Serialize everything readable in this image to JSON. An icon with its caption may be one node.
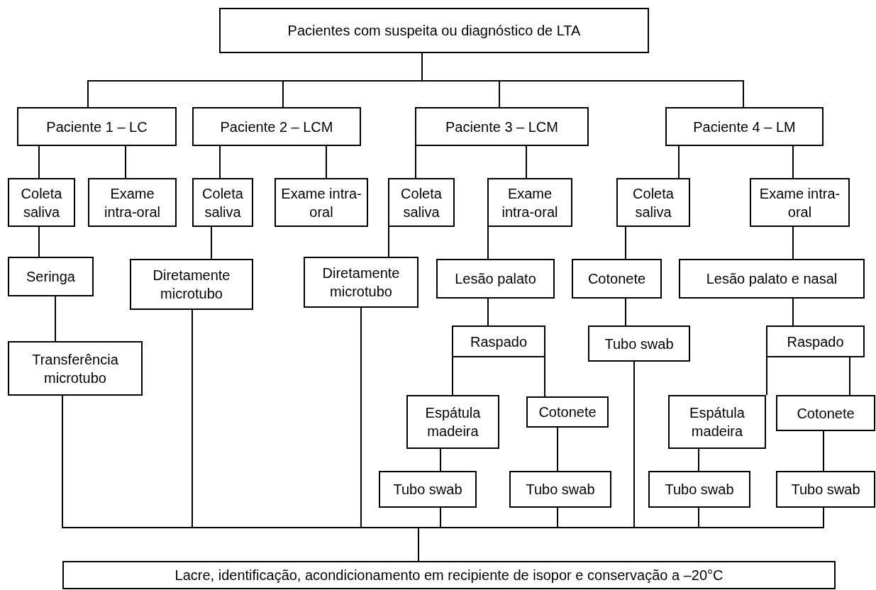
{
  "diagram": {
    "nodes": [
      {
        "text": [
          "Pacientes com suspeita ou diagnóstico de LTA"
        ]
      },
      {
        "text": [
          "Paciente 1 – LC"
        ]
      },
      {
        "text": [
          "Paciente 2 – LCM"
        ]
      },
      {
        "text": [
          "Paciente 3 – LCM"
        ]
      },
      {
        "text": [
          "Paciente 4 – LM"
        ]
      },
      {
        "text": [
          "Coleta saliva"
        ]
      },
      {
        "text": [
          "Exame intra-oral"
        ]
      },
      {
        "text": [
          "Coleta saliva"
        ]
      },
      {
        "text": [
          "Exame intra-oral"
        ]
      },
      {
        "text": [
          "Coleta saliva"
        ]
      },
      {
        "text": [
          "Exame intra-oral"
        ]
      },
      {
        "text": [
          "Coleta saliva"
        ]
      },
      {
        "text": [
          "Exame intra-oral"
        ]
      },
      {
        "text": [
          "Seringa"
        ]
      },
      {
        "text": [
          "Diretamente microtubo"
        ]
      },
      {
        "text": [
          "Diretamente microtubo"
        ]
      },
      {
        "text": [
          "Lesão palato"
        ]
      },
      {
        "text": [
          "Cotonete"
        ]
      },
      {
        "text": [
          "Lesão palato e nasal"
        ]
      },
      {
        "text": [
          "Transferência microtubo"
        ]
      },
      {
        "text": [
          "Raspado"
        ]
      },
      {
        "text": [
          "Tubo swab"
        ]
      },
      {
        "text": [
          "Raspado"
        ]
      },
      {
        "text": [
          "Espátula madeira"
        ]
      },
      {
        "text": [
          "Cotonete"
        ]
      },
      {
        "text": [
          "Espátula madeira"
        ]
      },
      {
        "text": [
          "Cotonete"
        ]
      },
      {
        "text": [
          "Tubo swab"
        ]
      },
      {
        "text": [
          "Tubo swab"
        ]
      },
      {
        "text": [
          "Tubo swab"
        ]
      },
      {
        "text": [
          "Tubo swab"
        ]
      },
      {
        "text": [
          "Lacre, identificação, acondicionamento em recipiente de isopor e conservação a –20°C"
        ]
      }
    ],
    "edges": [
      {
        "from": 0,
        "to": 1,
        "arrow": "none"
      },
      {
        "from": 0,
        "to": 2,
        "arrow": "none"
      },
      {
        "from": 0,
        "to": 3,
        "arrow": "none"
      },
      {
        "from": 0,
        "to": 4,
        "arrow": "none"
      },
      {
        "from": 1,
        "to": 5,
        "arrow": "none"
      },
      {
        "from": 1,
        "to": 6,
        "arrow": "none"
      },
      {
        "from": 2,
        "to": 7,
        "arrow": "none"
      },
      {
        "from": 2,
        "to": 8,
        "arrow": "none"
      },
      {
        "from": 3,
        "to": 9,
        "arrow": "none"
      },
      {
        "from": 3,
        "to": 10,
        "arrow": "none"
      },
      {
        "from": 4,
        "to": 11,
        "arrow": "none"
      },
      {
        "from": 4,
        "to": 12,
        "arrow": "none"
      },
      {
        "from": 5,
        "to": 13,
        "arrow": "none"
      },
      {
        "from": 7,
        "to": 14,
        "arrow": "none"
      },
      {
        "from": 9,
        "to": 15,
        "arrow": "none"
      },
      {
        "from": 10,
        "to": 16,
        "arrow": "none"
      },
      {
        "from": 11,
        "to": 17,
        "arrow": "none"
      },
      {
        "from": 12,
        "to": 18,
        "arrow": "none"
      },
      {
        "from": 13,
        "to": 19,
        "arrow": "none"
      },
      {
        "from": 16,
        "to": 20,
        "arrow": "none"
      },
      {
        "from": 17,
        "to": 21,
        "arrow": "none"
      },
      {
        "from": 18,
        "to": 22,
        "arrow": "none"
      },
      {
        "from": 20,
        "to": 23,
        "arrow": "none"
      },
      {
        "from": 20,
        "to": 24,
        "arrow": "none"
      },
      {
        "from": 22,
        "to": 25,
        "arrow": "none"
      },
      {
        "from": 22,
        "to": 26,
        "arrow": "none"
      },
      {
        "from": 23,
        "to": 27,
        "arrow": "none"
      },
      {
        "from": 24,
        "to": 28,
        "arrow": "none"
      },
      {
        "from": 25,
        "to": 29,
        "arrow": "none"
      },
      {
        "from": 26,
        "to": 30,
        "arrow": "none"
      },
      {
        "from": 19,
        "to": 31,
        "arrow": "none"
      },
      {
        "from": 14,
        "to": 31,
        "arrow": "none"
      },
      {
        "from": 15,
        "to": 31,
        "arrow": "none"
      },
      {
        "from": 27,
        "to": 31,
        "arrow": "none"
      },
      {
        "from": 28,
        "to": 31,
        "arrow": "none"
      },
      {
        "from": 21,
        "to": 31,
        "arrow": "none"
      },
      {
        "from": 29,
        "to": 31,
        "arrow": "none"
      },
      {
        "from": 30,
        "to": 31,
        "arrow": "none"
      }
    ]
  }
}
